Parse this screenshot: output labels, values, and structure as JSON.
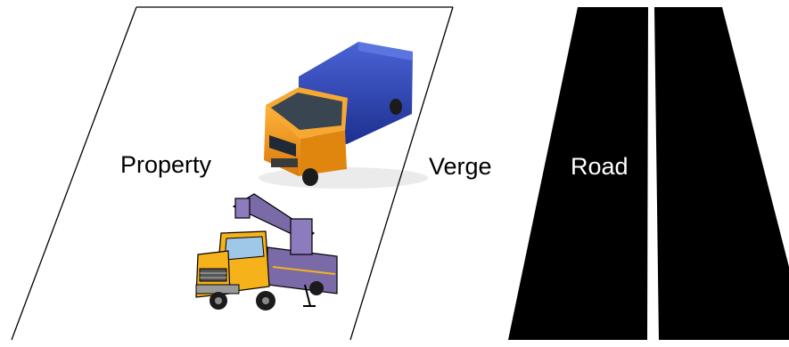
{
  "diagram": {
    "zones": {
      "property": {
        "label": "Property"
      },
      "verge": {
        "label": "Verge"
      },
      "road": {
        "label": "Road"
      }
    },
    "vehicles": [
      {
        "icon": "box-truck-icon",
        "colors": {
          "cab": "#f39a1c",
          "cargo": "#2e44b3"
        }
      },
      {
        "icon": "bucket-truck-icon",
        "colors": {
          "cab": "#f5b21b",
          "body": "#7b6aa8"
        }
      }
    ],
    "colors": {
      "road": "#000000",
      "lane_marking": "#ffffff",
      "outline": "#000000",
      "background": "#ffffff"
    }
  }
}
